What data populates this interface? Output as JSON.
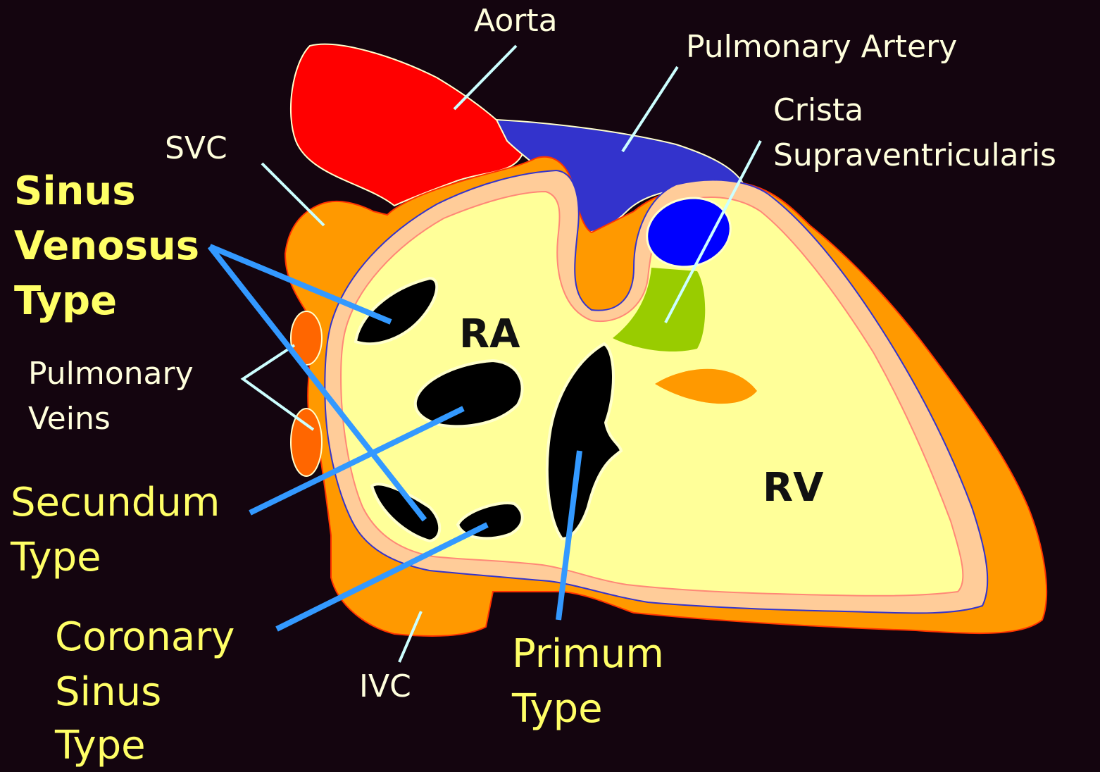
{
  "labels": {
    "aorta": "Aorta",
    "pulmonary_artery": "Pulmonary Artery",
    "crista_line1": "Crista",
    "crista_line2": "Supraventricularis",
    "svc": "SVC",
    "pulmonary_veins_line1": "Pulmonary",
    "pulmonary_veins_line2": "Veins",
    "ivc": "IVC",
    "ra": "RA",
    "rv": "RV"
  },
  "defect_types": {
    "sinus_venosus": [
      "Sinus",
      "Venosus",
      "Type"
    ],
    "secundum": [
      "Secundum",
      "Type"
    ],
    "coronary_sinus": [
      "Coronary",
      "Sinus",
      "Type"
    ],
    "primum": [
      "Primum",
      "Type"
    ]
  },
  "colors": {
    "background": "#14050f",
    "aorta": "#ff0000",
    "pulmonary_artery": "#3333cc",
    "outer_wall": "#ff9900",
    "inner_lining": "#ffcc99",
    "chamber": "#ffff99",
    "crista": "#0000ff",
    "green_region": "#99cc00",
    "pulmonary_vein": "#ff6600",
    "defect": "#000000",
    "pointer_blue": "#3399ff",
    "pointer_light": "#ccffff",
    "label_white": "#ffffdd",
    "label_yellow": "#ffff66"
  }
}
